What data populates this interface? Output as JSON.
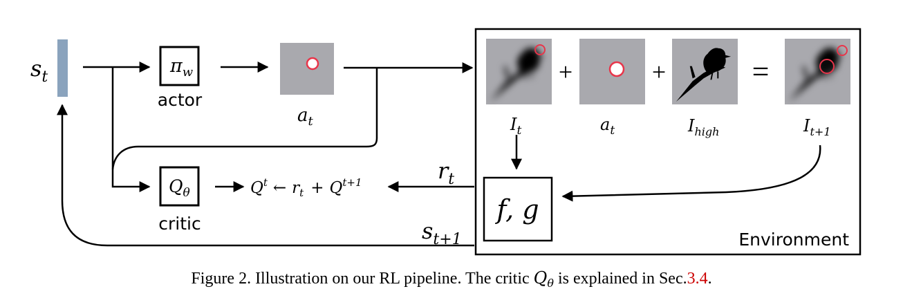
{
  "state": {
    "label": "s",
    "sub": "t",
    "bar_color": "#8aa3bd"
  },
  "actor": {
    "symbol": "π",
    "sub": "w",
    "caption": "actor"
  },
  "action": {
    "label": "a",
    "sub": "t",
    "panel_color": "#a9a9ae",
    "marker_color": "#e8354a"
  },
  "critic": {
    "symbol": "Q",
    "sub": "θ",
    "caption": "critic"
  },
  "update": {
    "q": "Q",
    "q_sup": "t",
    "arrow": "←",
    "r": "r",
    "r_sub": "t",
    "plus": "+",
    "q2": "Q",
    "q2_sup": "t+1"
  },
  "reward": {
    "label": "r",
    "sub": "t"
  },
  "next_state": {
    "label": "s",
    "sub": "t+1"
  },
  "environment": {
    "title": "Environment",
    "fg_label": "f, g",
    "plus_sign": "+",
    "equals_sign": "=",
    "images": [
      {
        "label": "I",
        "sub": "t"
      },
      {
        "label": "a",
        "sub": "t"
      },
      {
        "label": "I",
        "sub": "high"
      },
      {
        "label": "I",
        "sub": "t+1"
      }
    ]
  },
  "caption": {
    "prefix": "Figure 2. Illustration on our RL pipeline. The critic ",
    "q": "Q",
    "q_sub": "θ",
    "middle": " is explained in Sec.",
    "ref": "3.4",
    "suffix": "."
  }
}
